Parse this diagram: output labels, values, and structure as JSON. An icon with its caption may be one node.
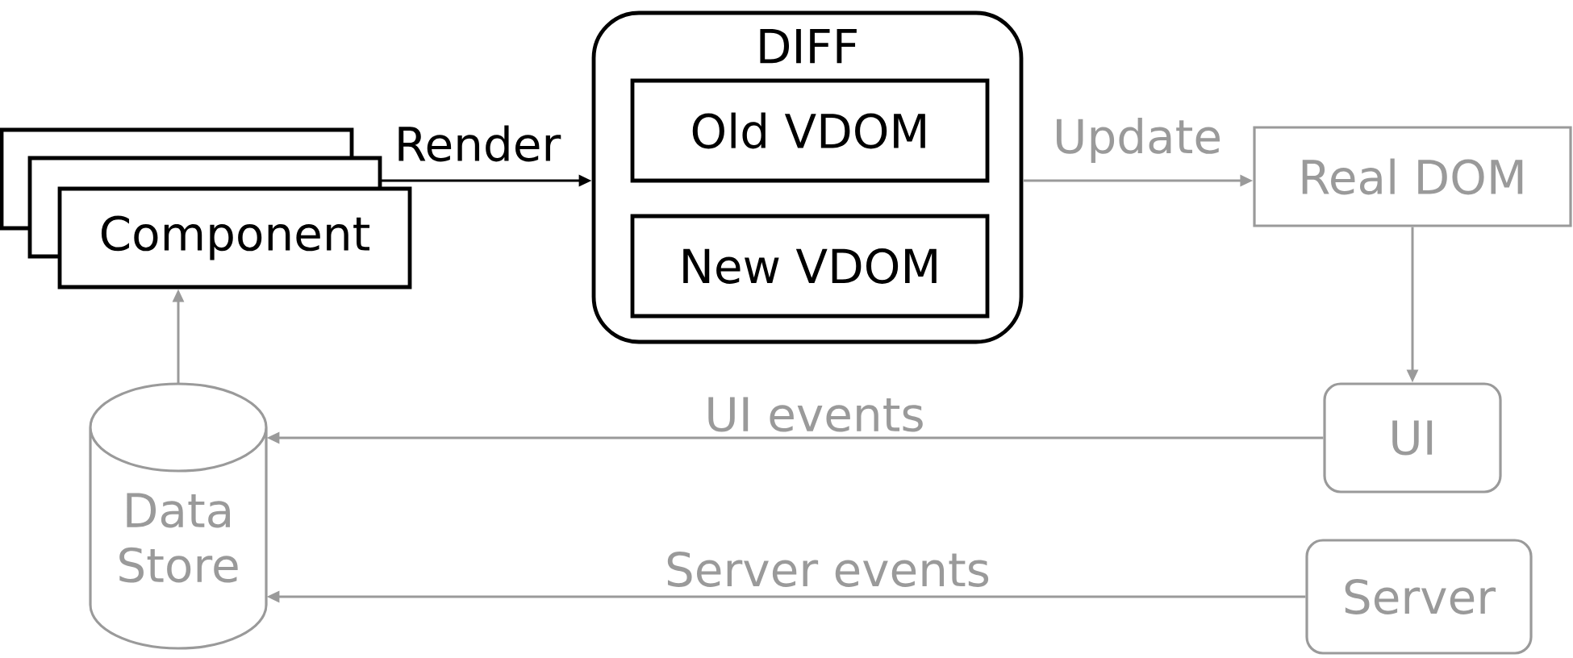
{
  "diagram": {
    "nodes": [
      {
        "text": [
          "Component"
        ]
      },
      {
        "text": [
          "DIFF"
        ]
      },
      {
        "text": [
          "Old VDOM"
        ],
        "in": 1
      },
      {
        "text": [
          "New VDOM"
        ],
        "in": 1
      },
      {
        "text": [
          "Real DOM"
        ]
      },
      {
        "text": [
          "Data Store"
        ]
      },
      {
        "text": [
          "UI"
        ]
      },
      {
        "text": [
          "Server"
        ]
      }
    ],
    "edges": [
      {
        "from": 0,
        "to": 1,
        "arrow": "to",
        "label": "Render",
        "color": "#000000"
      },
      {
        "from": 1,
        "to": 4,
        "arrow": "to",
        "label": "Update"
      },
      {
        "from": 4,
        "to": 6,
        "arrow": "to"
      },
      {
        "from": 6,
        "to": 5,
        "arrow": "to",
        "label": "UI events"
      },
      {
        "from": 7,
        "to": 5,
        "arrow": "to",
        "label": "Server events"
      },
      {
        "from": 5,
        "to": 0,
        "arrow": "to"
      }
    ]
  }
}
